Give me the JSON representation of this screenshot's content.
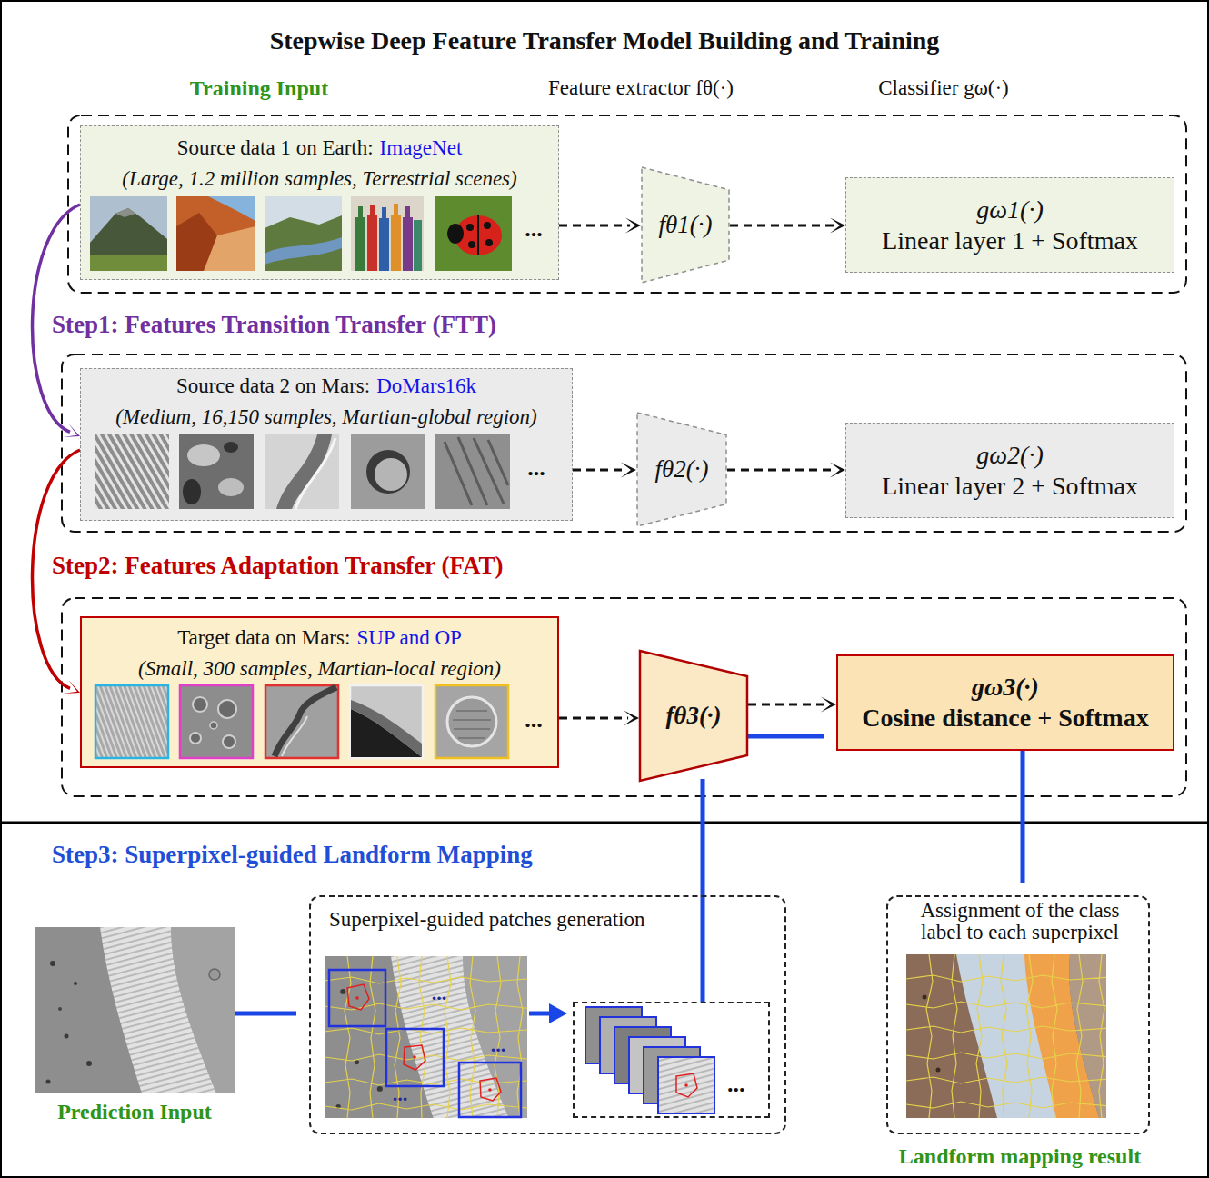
{
  "diagram": {
    "title": "Stepwise Deep Feature Transfer Model Building and Training",
    "nodes": [
      {
        "text": [
          "Source data 1 on Earth:",
          "ImageNet",
          "(Large, 1.2 million samples, Terrestrial scenes)"
        ]
      },
      {
        "text": [
          "fθ1(·)"
        ]
      },
      {
        "text": [
          "gω1(·)",
          "Linear layer 1 + Softmax"
        ]
      },
      {
        "text": [
          "Source data 2 on Mars:",
          "DoMars16k",
          "(Medium, 16,150 samples, Martian-global region)"
        ]
      },
      {
        "text": [
          "fθ2(·)"
        ]
      },
      {
        "text": [
          "gω2(·)",
          "Linear layer 2 + Softmax"
        ]
      },
      {
        "text": [
          "Target data on Mars:",
          "SUP and OP",
          "(Small, 300 samples, Martian-local region)"
        ]
      },
      {
        "text": [
          "fθ3(·)"
        ]
      },
      {
        "text": [
          "gω3(·)",
          "Cosine distance + Softmax"
        ]
      },
      {
        "text": [
          "Prediction Input"
        ]
      },
      {
        "text": [
          "Superpixel-guided patches generation"
        ]
      },
      {
        "text": [
          "..."
        ],
        "in": 10
      },
      {
        "text": [
          "Assignment of the class label to each superpixel",
          "Landform mapping result"
        ]
      }
    ],
    "edges": [
      {
        "from": 0,
        "to": 1,
        "arrow": "to"
      },
      {
        "from": 1,
        "to": 2,
        "arrow": "to"
      },
      {
        "from": 3,
        "to": 4,
        "arrow": "to"
      },
      {
        "from": 4,
        "to": 5,
        "arrow": "to"
      },
      {
        "from": 6,
        "to": 7,
        "arrow": "to"
      },
      {
        "from": 7,
        "to": 8,
        "arrow": "to"
      },
      {
        "from": 7,
        "to": 8,
        "arrow": "to"
      },
      {
        "from": 0,
        "to": 3,
        "arrow": "to"
      },
      {
        "from": 3,
        "to": 6,
        "arrow": "to"
      },
      {
        "from": 8,
        "to": 12,
        "arrow": "to"
      },
      {
        "from": 9,
        "to": 10,
        "arrow": "to"
      },
      {
        "from": 11,
        "to": 7,
        "arrow": "to"
      }
    ],
    "labels": [
      "Training Input",
      "Feature extractor fθ(·)",
      "Classifier gω(·)",
      "Step1: Features Transition Transfer (FTT)",
      "Step2: Features Adaptation Transfer (FAT)",
      "Step3: Superpixel-guided Landform Mapping",
      "...",
      "...",
      "...",
      "...",
      "...",
      "..."
    ]
  }
}
